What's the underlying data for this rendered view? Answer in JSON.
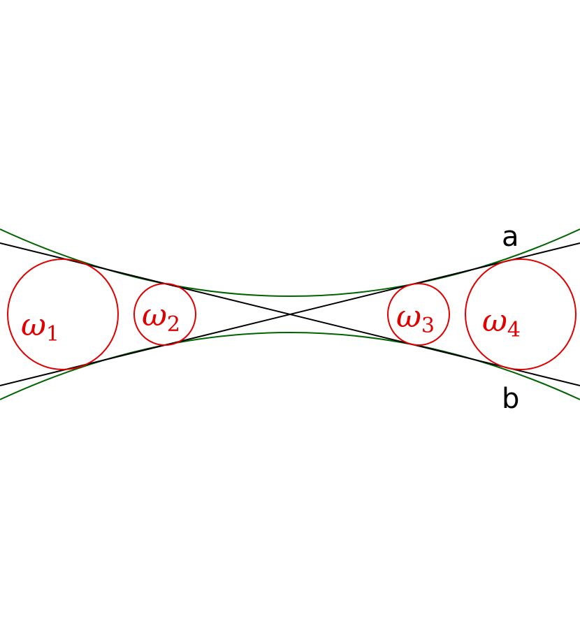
{
  "colors": {
    "circle": "#e00000",
    "line": "#000000",
    "curve": "#006400",
    "background": "#ffffff"
  },
  "lines": [
    {
      "id": "a",
      "label": "a"
    },
    {
      "id": "b",
      "label": "b"
    }
  ],
  "circles": [
    {
      "id": "omega-1",
      "symbol": "ω",
      "subscript": "1"
    },
    {
      "id": "omega-2",
      "symbol": "ω",
      "subscript": "2"
    },
    {
      "id": "omega-3",
      "symbol": "ω",
      "subscript": "3"
    },
    {
      "id": "omega-4",
      "symbol": "ω",
      "subscript": "4"
    }
  ]
}
